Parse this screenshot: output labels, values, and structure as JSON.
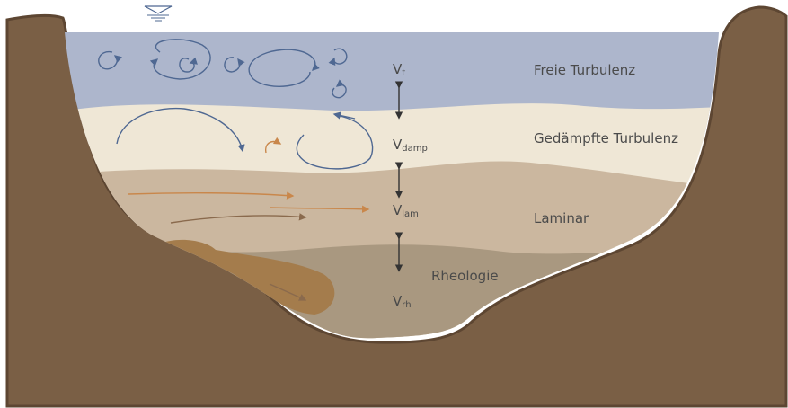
{
  "diagram": {
    "zones": [
      {
        "name": "Freie Turbulenz",
        "velocity": "V",
        "velocity_sub": "t"
      },
      {
        "name": "Gedämpfte Turbulenz",
        "velocity": "V",
        "velocity_sub": "damp"
      },
      {
        "name": "Laminar",
        "velocity": "V",
        "velocity_sub": "lam"
      },
      {
        "name": "Rheologie",
        "velocity": "V",
        "velocity_sub": "rh"
      }
    ],
    "colors": {
      "bank": "#7a5f45",
      "bank_edge": "#5d4632",
      "water_free": "#adb6cc",
      "water_damped": "#efe7d6",
      "water_laminar": "#cbb79f",
      "water_rheo": "#a99880",
      "sediment": "#a47c4c",
      "vortex": "#4f6892",
      "flow_orange": "#c9874b",
      "flow_dark": "#8a6a4d",
      "arrow": "#333333"
    },
    "icons": [
      "water-level-icon"
    ]
  }
}
